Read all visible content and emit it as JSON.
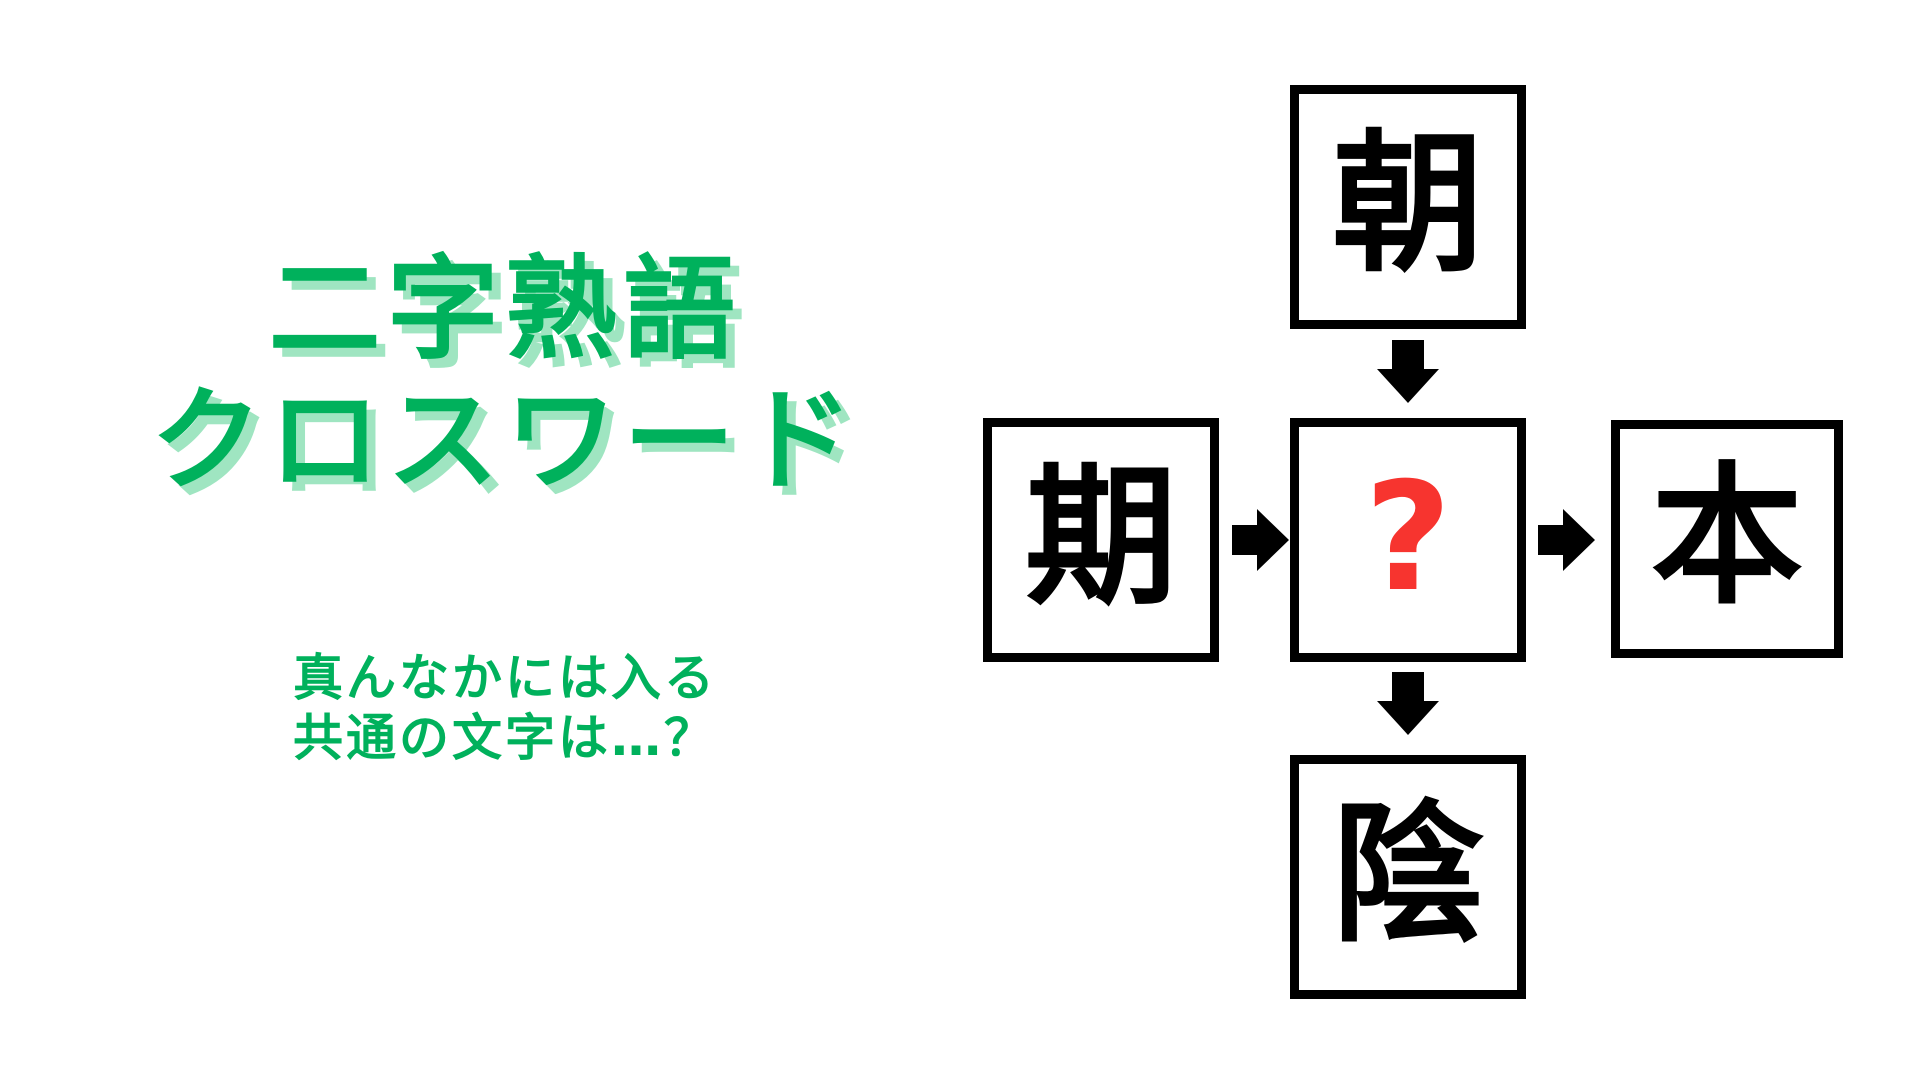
{
  "page": {
    "background_color": "#ffffff",
    "accent_green": "#00b15c",
    "accent_green_shadow": "#9fe5c1",
    "accent_red": "#f7342f",
    "line_color": "#000000"
  },
  "title": {
    "line1": "二字熟語",
    "line2": "クロスワード"
  },
  "subtitle": {
    "line1": "真んなかには入る",
    "line2": "共通の文字は…？"
  },
  "puzzle": {
    "type": "kanji-crossword",
    "center_label": "?",
    "cells": {
      "top": "朝",
      "left": "期",
      "center": "?",
      "right": "本",
      "bottom": "陰"
    },
    "arrows": [
      {
        "name": "top-to-center",
        "direction": "down"
      },
      {
        "name": "left-to-center",
        "direction": "right"
      },
      {
        "name": "center-to-right",
        "direction": "right"
      },
      {
        "name": "center-to-bottom",
        "direction": "down"
      }
    ]
  }
}
